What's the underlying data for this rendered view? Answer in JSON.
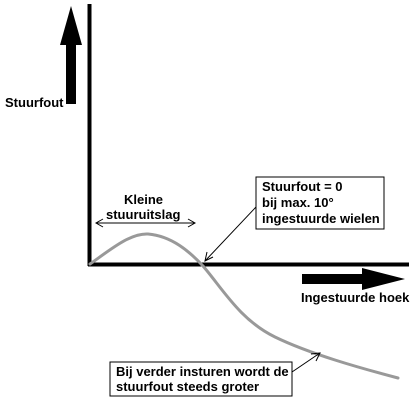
{
  "diagram": {
    "y_axis_label": "Stuurfout",
    "x_axis_label": "Ingestuurde hoek",
    "small_range_label": [
      "Kleine",
      "stuuruitslag"
    ],
    "zero_point_note": [
      "Stuurfout = 0",
      "bij max. 10°",
      "ingestuurde wielen"
    ],
    "growth_note": [
      "Bij verder insturen wordt de",
      "stuurfout steeds groter"
    ]
  },
  "colors": {
    "curve": "#999999",
    "ink": "#000000",
    "background": "#ffffff"
  }
}
